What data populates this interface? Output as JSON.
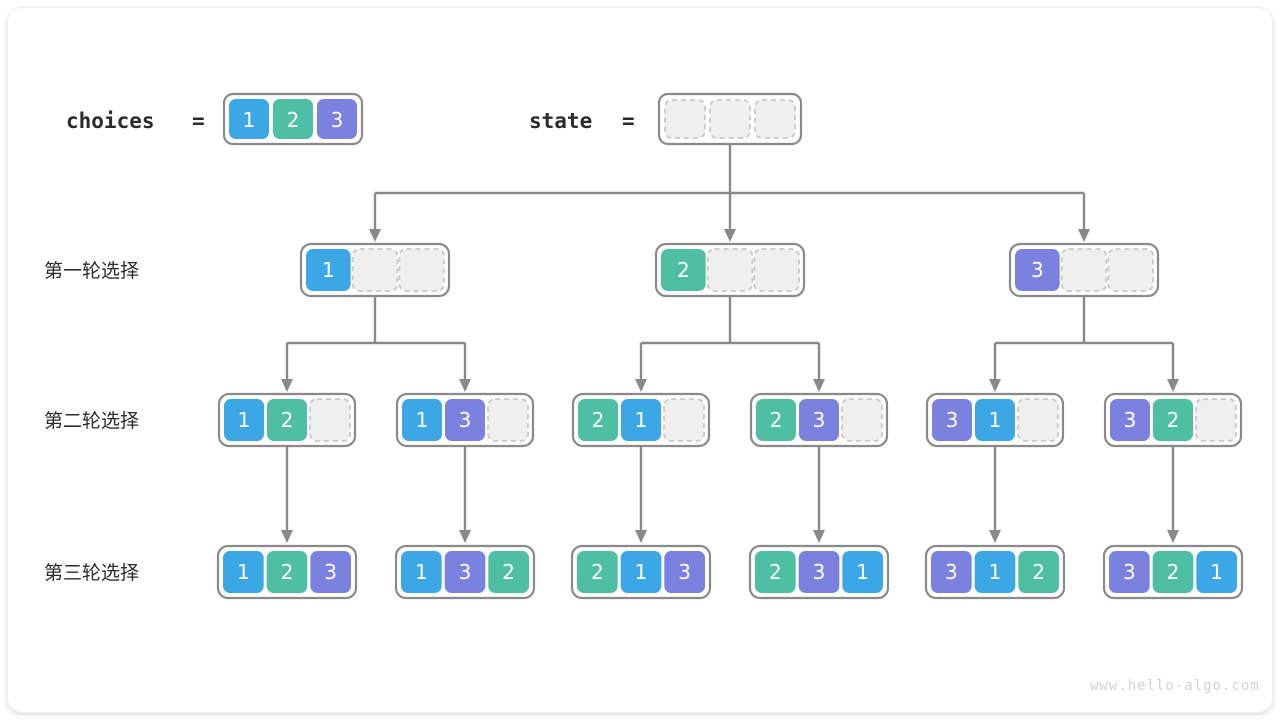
{
  "title": "Permutation backtracking tree",
  "colors": {
    "blue": "#3BA7E4",
    "green": "#4FBFA4",
    "purple": "#7B81DE",
    "empty_fill": "#EFEFEF",
    "empty_border": "#C9C9C9",
    "box_border": "#8A8A8A",
    "connector": "#898989",
    "text_dark": "#2B2B2B",
    "watermark": "#D2D2D2",
    "background": "#FFFFFF"
  },
  "header": {
    "choices_label": "choices",
    "choices_equals": "=",
    "choices_values": [
      "1",
      "2",
      "3"
    ],
    "state_label": "state",
    "state_equals": "=",
    "state_values": [
      "",
      "",
      ""
    ]
  },
  "rows": [
    {
      "label": "第一轮选择",
      "nodes": [
        {
          "values": [
            "1",
            "",
            ""
          ]
        },
        {
          "values": [
            "2",
            "",
            ""
          ]
        },
        {
          "values": [
            "3",
            "",
            ""
          ]
        }
      ]
    },
    {
      "label": "第二轮选择",
      "nodes": [
        {
          "values": [
            "1",
            "2",
            ""
          ]
        },
        {
          "values": [
            "1",
            "3",
            ""
          ]
        },
        {
          "values": [
            "2",
            "1",
            ""
          ]
        },
        {
          "values": [
            "2",
            "3",
            ""
          ]
        },
        {
          "values": [
            "3",
            "1",
            ""
          ]
        },
        {
          "values": [
            "3",
            "2",
            ""
          ]
        }
      ]
    },
    {
      "label": "第三轮选择",
      "nodes": [
        {
          "values": [
            "1",
            "2",
            "3"
          ]
        },
        {
          "values": [
            "1",
            "3",
            "2"
          ]
        },
        {
          "values": [
            "2",
            "1",
            "3"
          ]
        },
        {
          "values": [
            "2",
            "3",
            "1"
          ]
        },
        {
          "values": [
            "3",
            "1",
            "2"
          ]
        },
        {
          "values": [
            "3",
            "2",
            "1"
          ]
        }
      ]
    }
  ],
  "watermark": "www.hello-algo.com"
}
